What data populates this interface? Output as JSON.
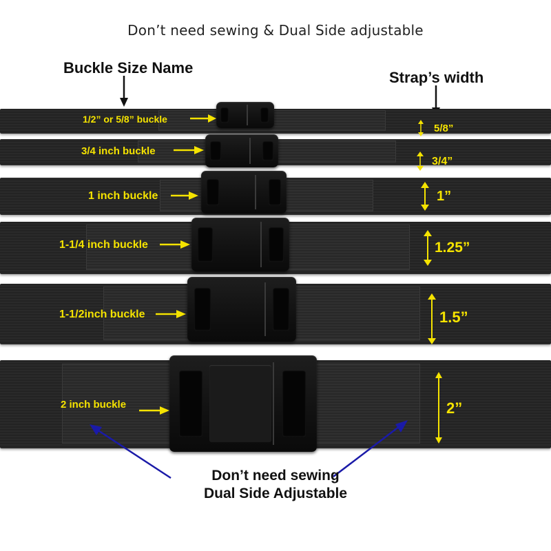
{
  "title": "Don’t need sewing & Dual Side adjustable",
  "headings": {
    "buckle_size_name": "Buckle Size Name",
    "straps_width": "Strap’s width"
  },
  "straps": [
    {
      "buckle_label": "1/2” or 5/8” buckle",
      "width_label": "5/8”"
    },
    {
      "buckle_label": "3/4 inch buckle",
      "width_label": "3/4”"
    },
    {
      "buckle_label": "1 inch buckle",
      "width_label": "1”"
    },
    {
      "buckle_label": "1-1/4 inch buckle",
      "width_label": "1.25”"
    },
    {
      "buckle_label": "1-1/2inch buckle",
      "width_label": "1.5”"
    },
    {
      "buckle_label": "2 inch buckle",
      "width_label": "2”"
    }
  ],
  "footer": {
    "line1": "Don’t need sewing",
    "line2": "Dual Side Adjustable"
  },
  "colors": {
    "label_yellow": "#f5e300",
    "pointer_blue": "#1a1aa8",
    "strap": "#262626",
    "buckle": "#111111"
  },
  "icons": [
    "down-arrow-icon",
    "yellow-arrow-icon",
    "width-double-arrow-icon",
    "blue-arrow-icon"
  ]
}
